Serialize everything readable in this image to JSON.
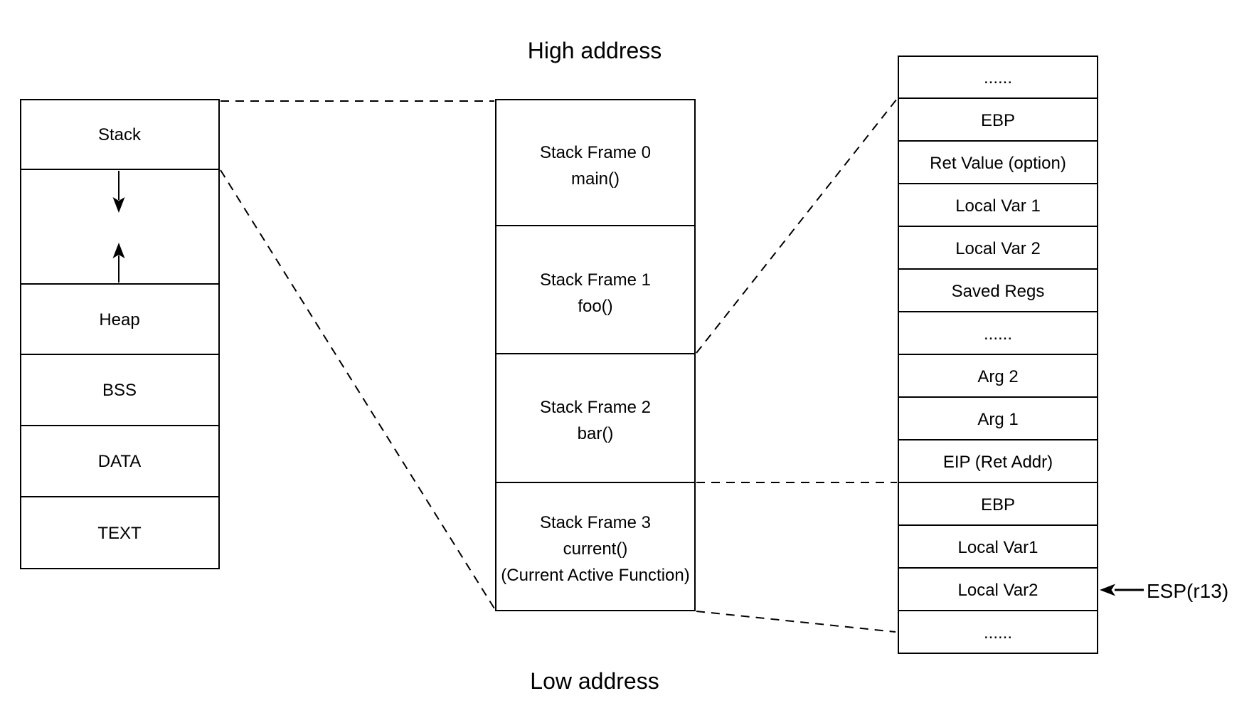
{
  "colors": {
    "stroke": "#000000",
    "background": "#ffffff"
  },
  "labels": {
    "high_address": "High address",
    "low_address": "Low address",
    "esp_register": "ESP(r13)"
  },
  "memory_map": {
    "sections": [
      {
        "label": "Stack"
      },
      {
        "label": "Heap"
      },
      {
        "label": "BSS"
      },
      {
        "label": "DATA"
      },
      {
        "label": "TEXT"
      }
    ]
  },
  "call_stack": {
    "frames": [
      {
        "lines": [
          "Stack Frame 0",
          "main()"
        ]
      },
      {
        "lines": [
          "Stack Frame 1",
          "foo()"
        ]
      },
      {
        "lines": [
          "Stack Frame 2",
          "bar()"
        ]
      },
      {
        "lines": [
          "Stack Frame 3",
          "current()",
          "(Current Active Function)"
        ]
      }
    ]
  },
  "frame_detail": {
    "rows": [
      "......",
      "EBP",
      "Ret Value (option)",
      "Local Var 1",
      "Local Var 2",
      "Saved Regs",
      "......",
      "Arg 2",
      "Arg 1",
      "EIP (Ret Addr)",
      "EBP",
      "Local Var1",
      "Local Var2",
      "......"
    ]
  }
}
